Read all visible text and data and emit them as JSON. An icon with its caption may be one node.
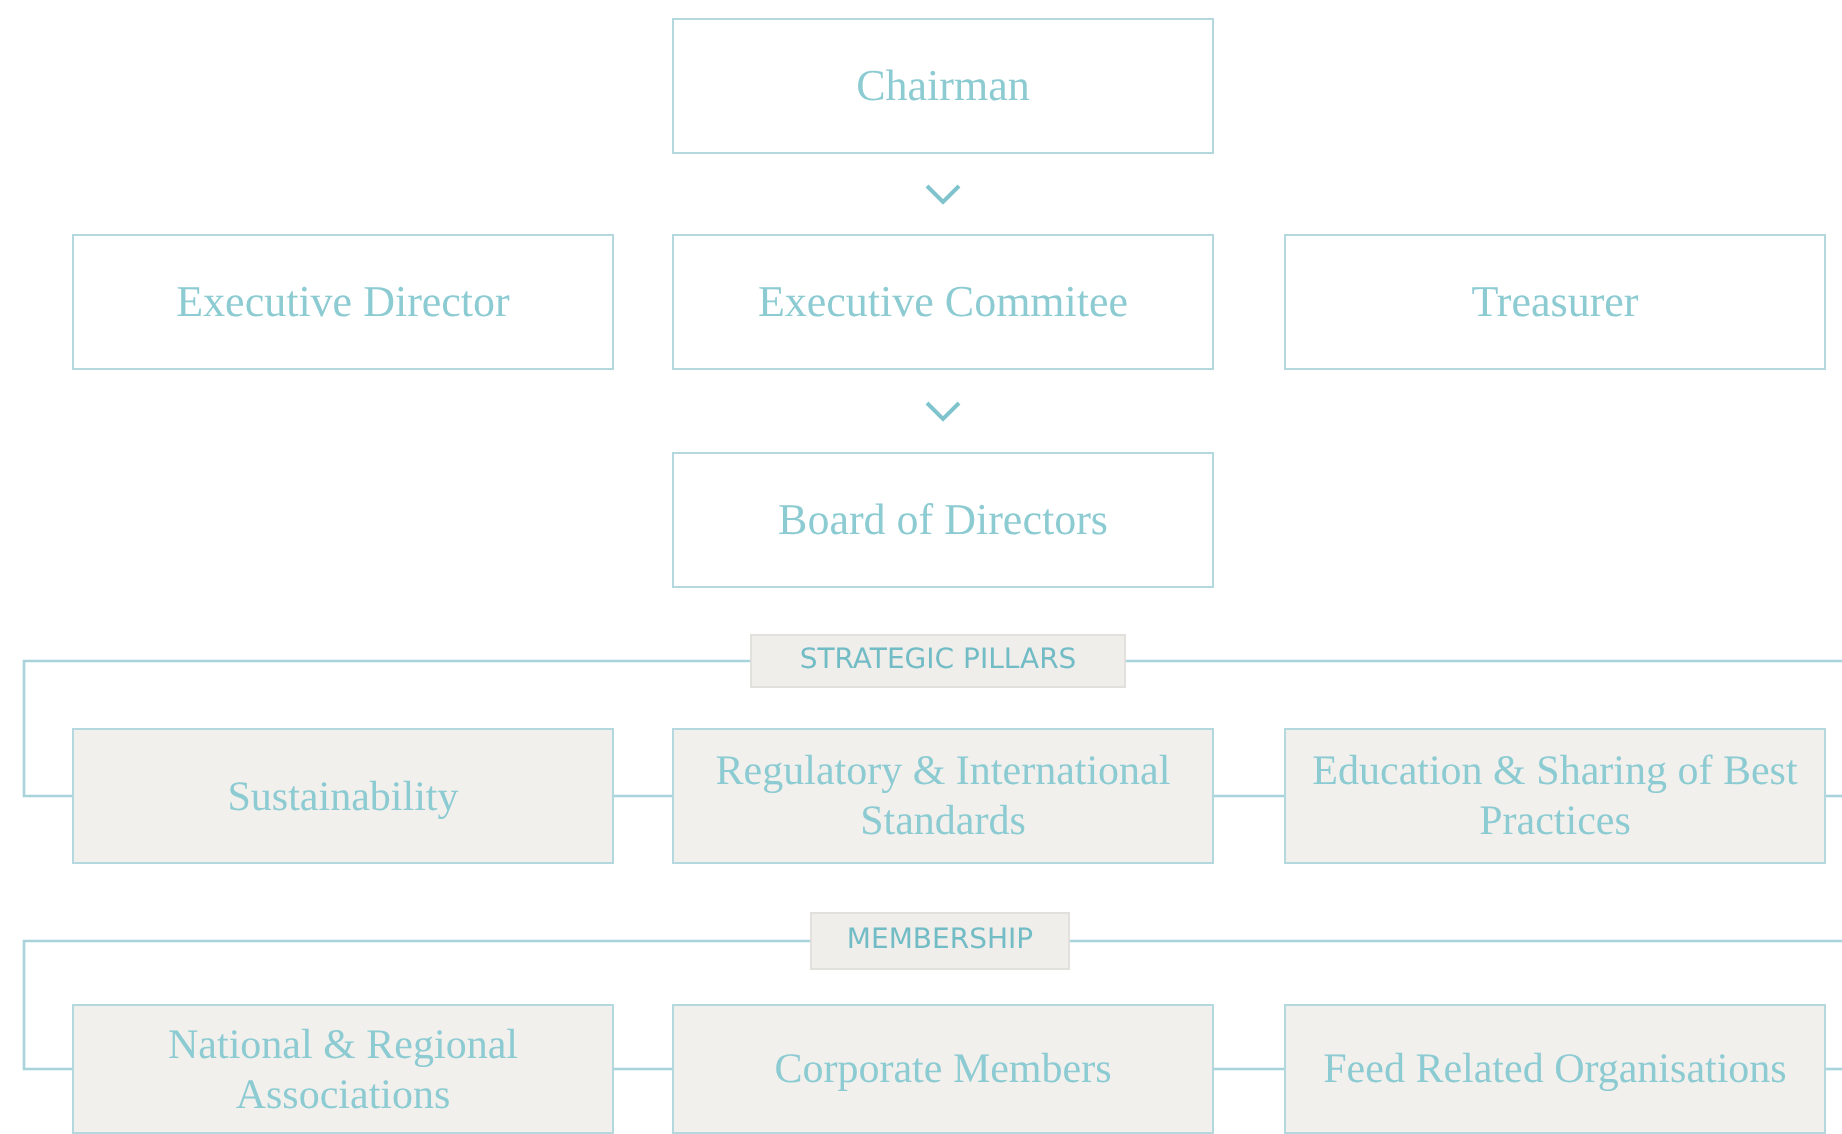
{
  "diagram": {
    "nodes": [
      {
        "text": [
          "Chairman"
        ]
      },
      {
        "text": [
          "Executive Director"
        ]
      },
      {
        "text": [
          "Executive Commitee"
        ]
      },
      {
        "text": [
          "Treasurer"
        ]
      },
      {
        "text": [
          "Board of Directors"
        ]
      },
      {
        "text": [
          "STRATEGIC PILLARS"
        ]
      },
      {
        "text": [
          "Sustainability"
        ]
      },
      {
        "text": [
          "Regulatory & International Standards"
        ]
      },
      {
        "text": [
          "Education & Sharing of Best Practices"
        ]
      },
      {
        "text": [
          "MEMBERSHIP"
        ]
      },
      {
        "text": [
          "National & Regional Associations"
        ]
      },
      {
        "text": [
          "Corporate Members"
        ]
      },
      {
        "text": [
          "Feed Related Organisations"
        ]
      }
    ],
    "edges": [
      {
        "from": 0,
        "to": 2,
        "arrow": "to"
      },
      {
        "from": 2,
        "to": 4,
        "arrow": "to"
      },
      {
        "from": 5,
        "to": 6,
        "arrow": "none"
      },
      {
        "from": 5,
        "to": null,
        "arrow": "none"
      },
      {
        "from": 6,
        "to": 7,
        "arrow": "none"
      },
      {
        "from": 7,
        "to": 8,
        "arrow": "none"
      },
      {
        "from": 8,
        "to": null,
        "arrow": "none"
      },
      {
        "from": 9,
        "to": 10,
        "arrow": "none"
      },
      {
        "from": 9,
        "to": null,
        "arrow": "none"
      },
      {
        "from": 10,
        "to": 11,
        "arrow": "none"
      },
      {
        "from": 11,
        "to": 12,
        "arrow": "none"
      },
      {
        "from": 12,
        "to": null,
        "arrow": "none"
      }
    ]
  }
}
